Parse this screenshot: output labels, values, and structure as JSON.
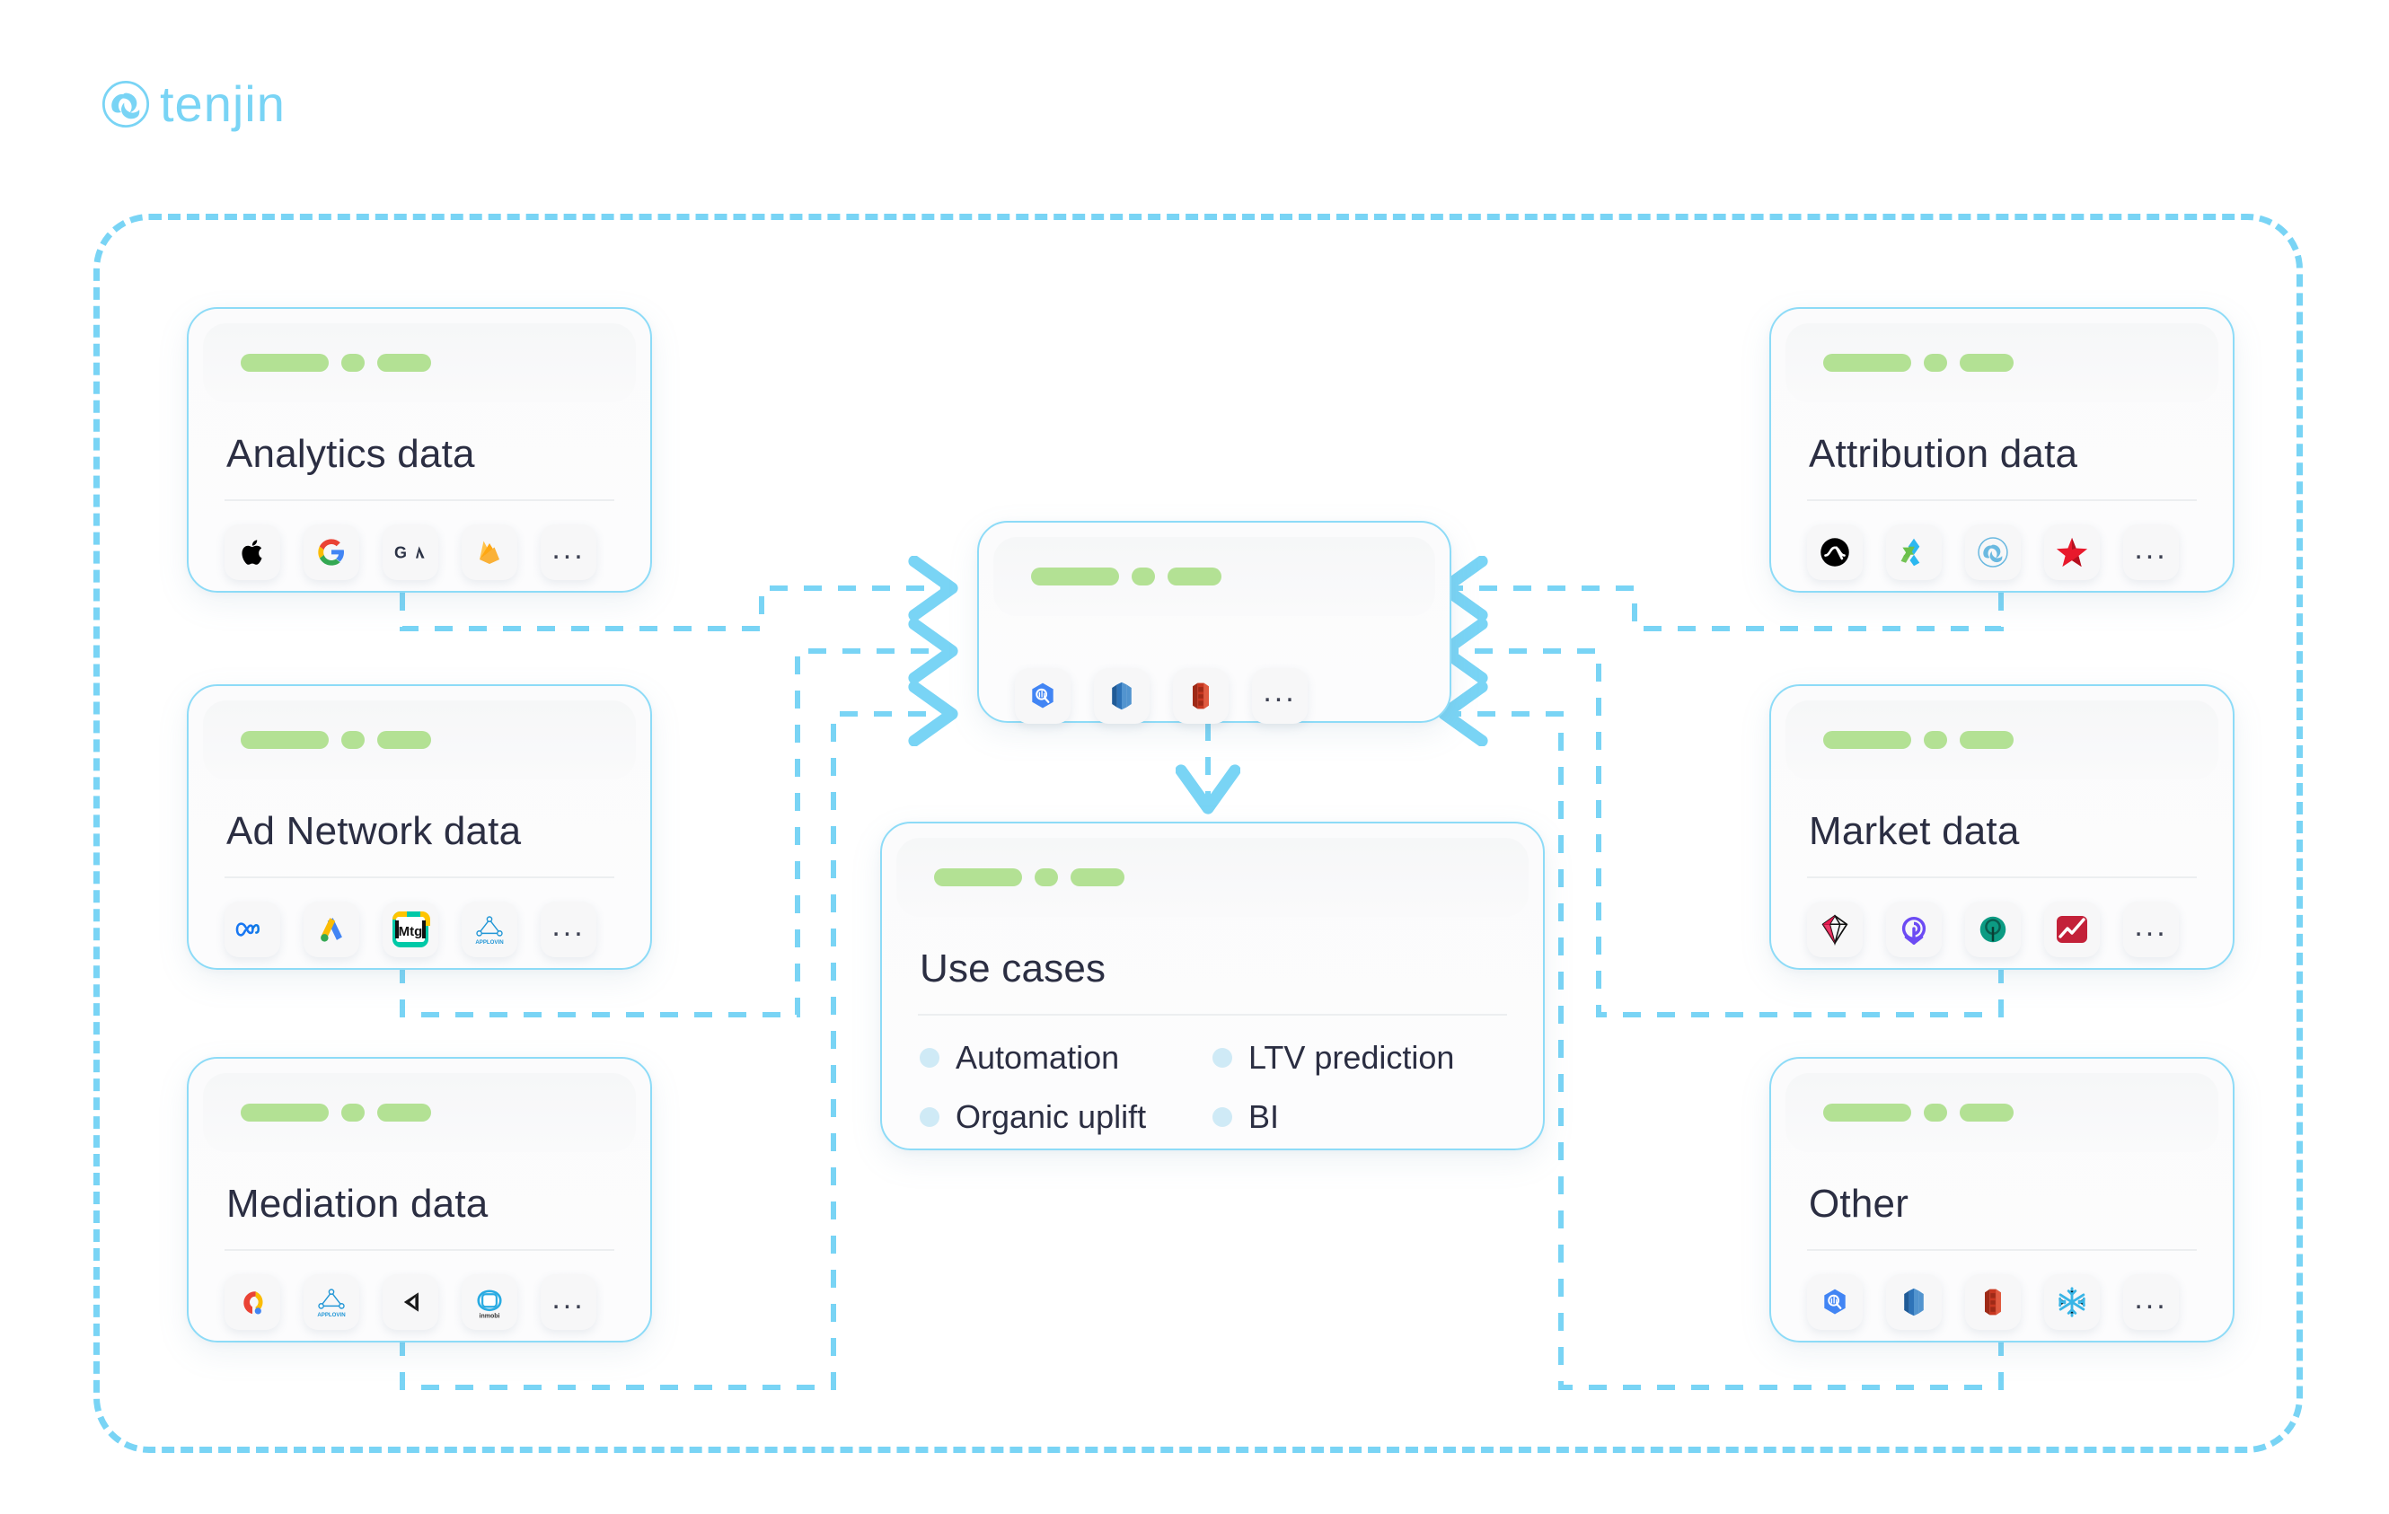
{
  "brand": {
    "name": "tenjin",
    "logo_icon": "tenjin-pinwheel-icon",
    "color": "#79d4f5"
  },
  "colors": {
    "accent_blue": "#79d4f5",
    "card_border": "#8ddbf7",
    "pill_green": "#b3e194",
    "title_navy": "#2b2e42",
    "bullet_blue": "#cfeaf6"
  },
  "cards": {
    "analytics": {
      "title": "Analytics data",
      "icons": [
        {
          "name": "apple-icon",
          "label": "Apple"
        },
        {
          "name": "google-icon",
          "label": "Google"
        },
        {
          "name": "google-analytics-icon",
          "label": "GA"
        },
        {
          "name": "firebase-icon",
          "label": "Firebase"
        },
        {
          "name": "more-ellipsis-icon",
          "label": "..."
        }
      ]
    },
    "ad_network": {
      "title": "Ad Network data",
      "icons": [
        {
          "name": "meta-icon",
          "label": "Meta"
        },
        {
          "name": "google-ads-icon",
          "label": "Google Ads"
        },
        {
          "name": "mintegral-icon",
          "label": "Mtg"
        },
        {
          "name": "applovin-icon",
          "label": "APPLOVIN"
        },
        {
          "name": "more-ellipsis-icon",
          "label": "..."
        }
      ]
    },
    "mediation": {
      "title": "Mediation data",
      "icons": [
        {
          "name": "admob-icon",
          "label": "AdMob"
        },
        {
          "name": "applovin-icon",
          "label": "APPLOVIN"
        },
        {
          "name": "unity-icon",
          "label": "Unity"
        },
        {
          "name": "inmobi-icon",
          "label": "inmobi"
        },
        {
          "name": "more-ellipsis-icon",
          "label": "..."
        }
      ]
    },
    "attribution": {
      "title": "Attribution data",
      "icons": [
        {
          "name": "appsflyer-icon",
          "label": "AppsFlyer"
        },
        {
          "name": "adjust-icon",
          "label": "Adjust"
        },
        {
          "name": "tenjin-icon",
          "label": "Tenjin"
        },
        {
          "name": "kochava-star-icon",
          "label": "Kochava"
        },
        {
          "name": "more-ellipsis-icon",
          "label": "..."
        }
      ]
    },
    "market": {
      "title": "Market data",
      "icons": [
        {
          "name": "sensor-tower-icon",
          "label": "Sensor Tower"
        },
        {
          "name": "appmagic-icon",
          "label": "AppMagic"
        },
        {
          "name": "apptopia-icon",
          "label": "Apptopia"
        },
        {
          "name": "app-annie-icon",
          "label": "data.ai"
        },
        {
          "name": "more-ellipsis-icon",
          "label": "..."
        }
      ]
    },
    "other": {
      "title": "Other",
      "icons": [
        {
          "name": "bigquery-icon",
          "label": "BigQuery"
        },
        {
          "name": "redshift-icon",
          "label": "Redshift"
        },
        {
          "name": "aws-icon",
          "label": "AWS"
        },
        {
          "name": "snowflake-icon",
          "label": "Snowflake"
        },
        {
          "name": "more-ellipsis-icon",
          "label": "..."
        }
      ]
    },
    "warehouse": {
      "title": "",
      "icons": [
        {
          "name": "bigquery-icon",
          "label": "BigQuery"
        },
        {
          "name": "redshift-icon",
          "label": "Redshift"
        },
        {
          "name": "aws-icon",
          "label": "AWS"
        },
        {
          "name": "more-ellipsis-icon",
          "label": "..."
        }
      ]
    },
    "use_cases": {
      "title": "Use cases",
      "items": [
        {
          "label": "Automation"
        },
        {
          "label": "LTV prediction"
        },
        {
          "label": "Organic uplift"
        },
        {
          "label": "BI"
        }
      ]
    }
  }
}
